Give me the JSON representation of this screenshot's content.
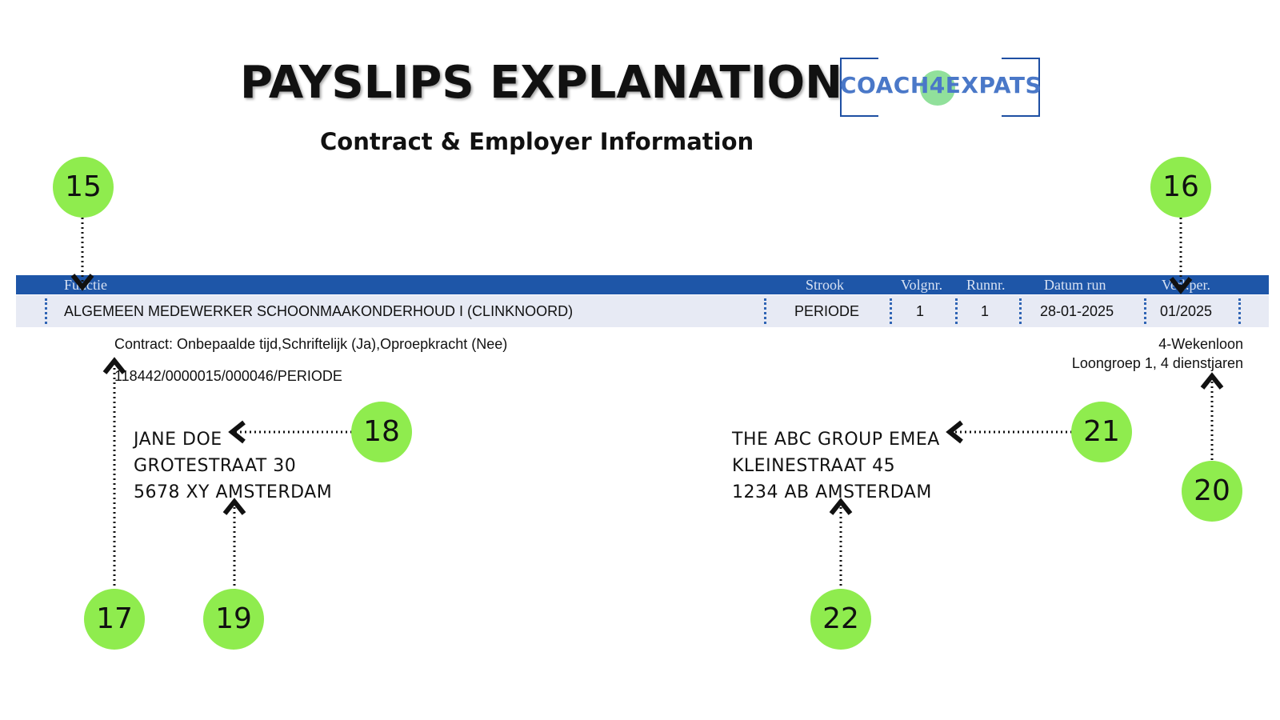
{
  "title": "PAYSLIPS EXPLANATION",
  "subtitle": "Contract & Employer Information",
  "logo": {
    "text": "COACH4EXPATS",
    "brand_color": "#1e4fa3",
    "accent_color": "#6cd67a"
  },
  "table": {
    "headers": {
      "functie": "Functie",
      "strook": "Strook",
      "volgnr": "Volgnr.",
      "runnr": "Runnr.",
      "datum_run": "Datum run",
      "verl_per": "Verl.per."
    },
    "row": {
      "functie": "ALGEMEEN MEDEWERKER SCHOONMAAKONDERHOUD I (CLINKNOORD)",
      "strook": "PERIODE",
      "volgnr": "1",
      "runnr": "1",
      "datum_run": "28-01-2025",
      "verl_per": "01/2025"
    },
    "header_color": "#1e56a8",
    "row_color": "#e7eaf4"
  },
  "contract_line": "Contract: Onbepaalde tijd,Schriftelijk (Ja),Oproepkracht (Nee)",
  "reference_line": "118442/0000015/000046/PERIODE",
  "wage_type": "4-Wekenloon",
  "wage_group": "Loongroep 1, 4 dienstjaren",
  "employee": {
    "name": "JANE DOE",
    "street": "GROTESTRAAT 30",
    "city": "5678 XY AMSTERDAM"
  },
  "employer": {
    "name": "THE ABC GROUP EMEA",
    "street": "KLEINESTRAAT 45",
    "city": "1234 AB AMSTERDAM"
  },
  "badges": {
    "b15": "15",
    "b16": "16",
    "b17": "17",
    "b18": "18",
    "b19": "19",
    "b20": "20",
    "b21": "21",
    "b22": "22"
  },
  "badge_color": "#8fec4e"
}
